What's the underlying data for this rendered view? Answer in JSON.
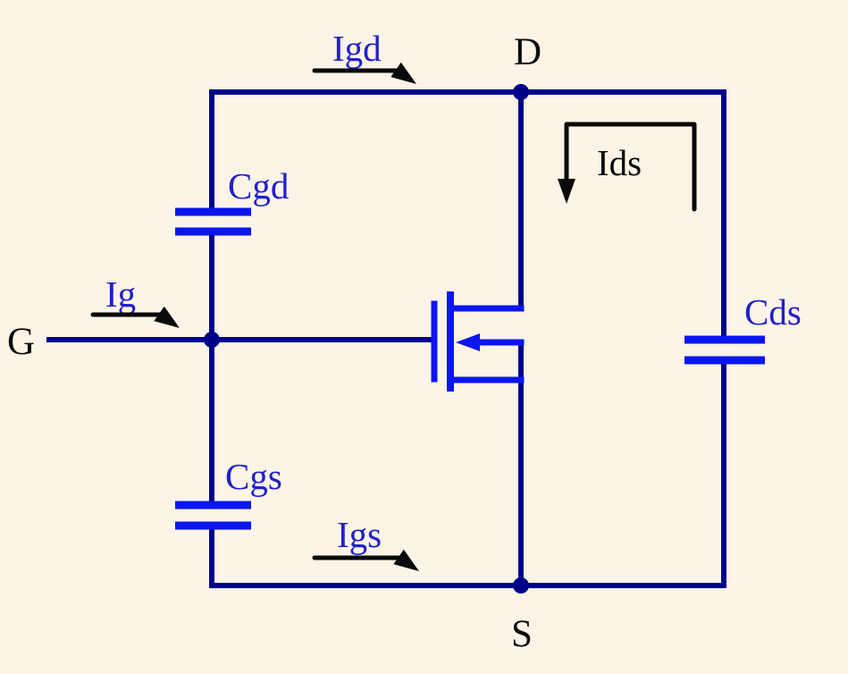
{
  "colors": {
    "background": "#fcf4e6",
    "wire": "#000089",
    "component": "#0b16ef",
    "label_blue": "#2020cc",
    "label_black": "#0a0a0a"
  },
  "terminals": {
    "gate": "G",
    "drain": "D",
    "source": "S"
  },
  "capacitors": {
    "gate_drain": "Cgd",
    "gate_source": "Cgs",
    "drain_source": "Cds"
  },
  "currents": {
    "gate": "Ig",
    "gate_drain": "Igd",
    "gate_source": "Igs",
    "drain_source": "Ids"
  }
}
